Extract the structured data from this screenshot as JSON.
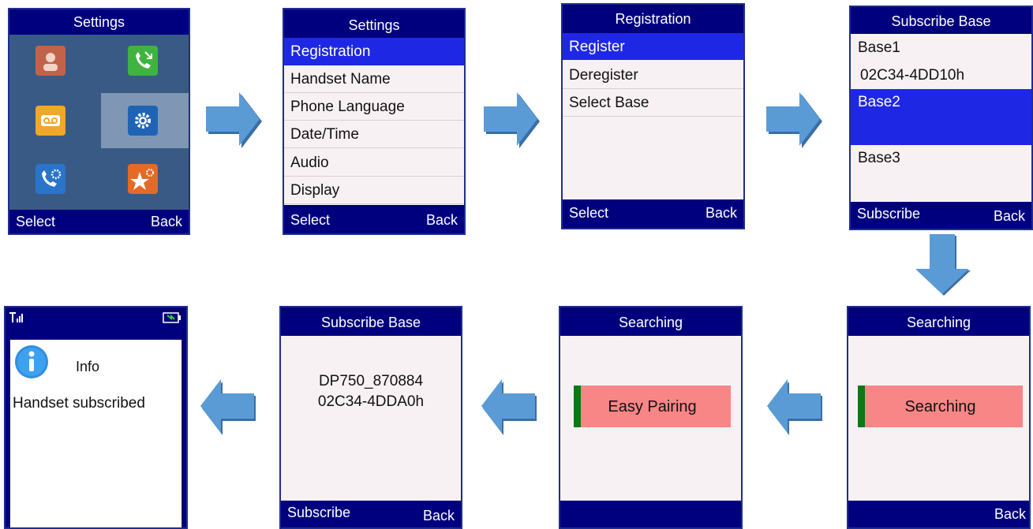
{
  "screen1": {
    "title": "Settings",
    "icons": [
      "contacts-icon",
      "call-history-icon",
      "voicemail-icon",
      "settings-gear-icon",
      "call-features-icon",
      "features-star-icon"
    ],
    "softkey_left": "Select",
    "softkey_right": "Back"
  },
  "screen2": {
    "title": "Settings",
    "items": [
      "Registration",
      "Handset Name",
      "Phone Language",
      "Date/Time",
      "Audio",
      "Display"
    ],
    "selected_index": 0,
    "softkey_left": "Select",
    "softkey_right": "Back"
  },
  "screen3": {
    "title": "Registration",
    "items": [
      "Register",
      "Deregister",
      "Select Base"
    ],
    "selected_index": 0,
    "softkey_left": "Select",
    "softkey_right": "Back"
  },
  "screen4": {
    "title": "Subscribe Base",
    "base1_label": "Base1",
    "base1_id": "02C34-4DD10h",
    "base2_label": "Base2",
    "base3_label": "Base3",
    "softkey_left": "Subscribe",
    "softkey_right": "Back"
  },
  "screen5": {
    "title": "Searching",
    "status": "Searching",
    "softkey_right": "Back"
  },
  "screen6": {
    "title": "Searching",
    "status": "Easy Pairing"
  },
  "screen7": {
    "title": "Subscribe Base",
    "base_name": "DP750_870884",
    "base_id": "02C34-4DDA0h",
    "softkey_left": "Subscribe",
    "softkey_right": "Back"
  },
  "screen8": {
    "info_label": "Info",
    "message": "Handset subscribed"
  },
  "colors": {
    "bar_blue": "#00007f",
    "highlight_blue": "#1e28e4",
    "screen_bg": "#f8f1f4",
    "pairing_red": "#f98686",
    "arrow_blue": "#5b9bd5"
  }
}
